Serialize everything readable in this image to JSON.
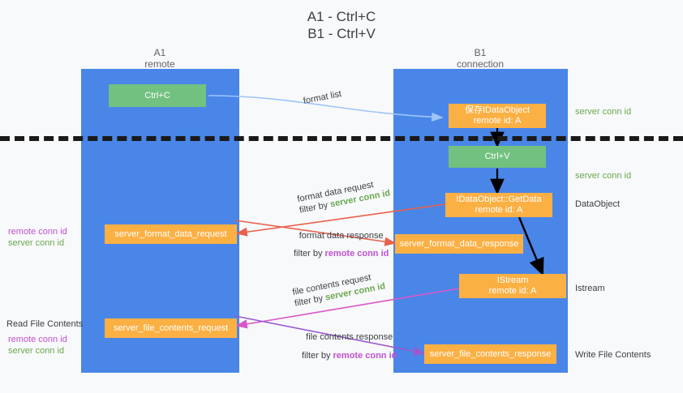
{
  "title": {
    "line1": "A1 - Ctrl+C",
    "line2": "B1 - Ctrl+V"
  },
  "lanes": [
    {
      "id": "A1",
      "name": "A1",
      "role": "remote",
      "color": "#4a86e8"
    },
    {
      "id": "B1",
      "name": "B1",
      "role": "connection",
      "color": "#4a86e8"
    }
  ],
  "boxes": {
    "ctrl_c": "Ctrl+C",
    "ctrl_v": "Ctrl+V",
    "idataobject_line1": "保存IDataObject",
    "idataobject_line2": "remote id: A",
    "getdata_line1": "IDataObject::GetData",
    "getdata_line2": "remote id: A",
    "istream_line1": "IStream",
    "istream_line2": "remote id: A",
    "server_format_data_request": "server_format_data_request",
    "server_format_data_response": "server_format_data_response",
    "server_file_contents_request": "server_file_contents_request",
    "server_file_contents_response": "server_file_contents_response"
  },
  "flow_labels": {
    "format_list": "format list",
    "format_data_request": "format data request",
    "format_data_request_filter_prefix": "filter by ",
    "format_data_request_filter_key": "server conn id",
    "format_data_response": "format data response",
    "format_data_response_filter_prefix": "filter by ",
    "format_data_response_filter_key": "remote conn id",
    "file_contents_request": "file contents request",
    "file_contents_request_filter_prefix": "filter by ",
    "file_contents_request_filter_key": "server conn id",
    "file_contents_response": "file contents response",
    "file_contents_response_filter_prefix": "filter by ",
    "file_contents_response_filter_key": "remote conn id"
  },
  "right_captions": {
    "server_conn_id_top": "server conn id",
    "server_conn_id_mid": "server conn id",
    "dataobject": "DataObject",
    "istream": "Istream",
    "write_file_contents": "Write File Contents"
  },
  "left_captions": {
    "remote_conn_id_1": "remote conn id",
    "server_conn_id_1": "server conn id",
    "read_file_contents": "Read File Contents",
    "remote_conn_id_2": "remote conn id",
    "server_conn_id_2": "server conn id"
  },
  "colors": {
    "lane_blue": "#4a86e8",
    "box_green": "#75c584",
    "box_orange": "#fbb044",
    "accent_green_text": "#6aa84f",
    "accent_magenta_text": "#c050d0",
    "arrow_light_blue": "#9fc5f8",
    "arrow_red": "#e8604c",
    "arrow_magenta": "#d857c8",
    "arrow_purple": "#9b59d0",
    "arrow_black": "#000000",
    "background": "#f8f9fa"
  }
}
